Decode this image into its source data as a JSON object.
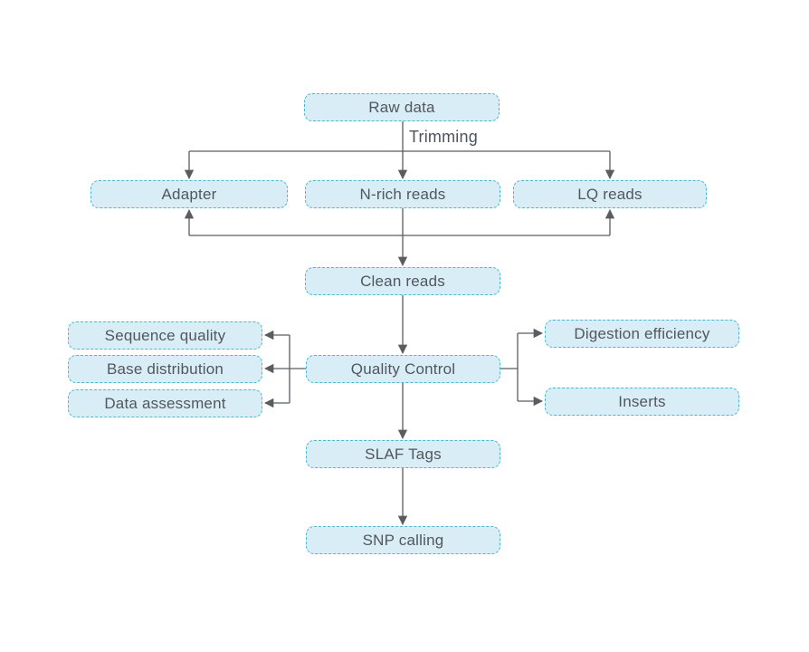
{
  "diagram": {
    "type": "flowchart",
    "background_color": "#ffffff",
    "colors": {
      "node_fill": "#d9edf7",
      "node_border": "#49bacd",
      "connector": "#595d60",
      "text": "#52575c"
    },
    "nodes": {
      "raw_data": {
        "label": "Raw data"
      },
      "adapter": {
        "label": "Adapter"
      },
      "n_rich_reads": {
        "label": "N-rich reads"
      },
      "lq_reads": {
        "label": "LQ reads"
      },
      "clean_reads": {
        "label": "Clean reads"
      },
      "sequence_quality": {
        "label": "Sequence quality"
      },
      "base_distribution": {
        "label": "Base distribution"
      },
      "data_assessment": {
        "label": "Data assessment"
      },
      "quality_control": {
        "label": "Quality Control"
      },
      "digestion_efficiency": {
        "label": "Digestion efficiency"
      },
      "inserts": {
        "label": "Inserts"
      },
      "slaf_tags": {
        "label": "SLAF Tags"
      },
      "snp_calling": {
        "label": "SNP calling"
      }
    },
    "edges": [
      {
        "from": "raw_data",
        "to": "adapter",
        "label": "Trimming"
      },
      {
        "from": "raw_data",
        "to": "n_rich_reads",
        "label": "Trimming"
      },
      {
        "from": "raw_data",
        "to": "lq_reads",
        "label": "Trimming"
      },
      {
        "from": "n_rich_reads",
        "to": "clean_reads"
      },
      {
        "from": "clean_reads_branch",
        "to": "adapter",
        "arrow": "up"
      },
      {
        "from": "clean_reads_branch",
        "to": "lq_reads",
        "arrow": "up"
      },
      {
        "from": "clean_reads",
        "to": "quality_control"
      },
      {
        "from": "quality_control",
        "to": "sequence_quality"
      },
      {
        "from": "quality_control",
        "to": "base_distribution"
      },
      {
        "from": "quality_control",
        "to": "data_assessment"
      },
      {
        "from": "quality_control",
        "to": "digestion_efficiency"
      },
      {
        "from": "quality_control",
        "to": "inserts"
      },
      {
        "from": "quality_control",
        "to": "slaf_tags"
      },
      {
        "from": "slaf_tags",
        "to": "snp_calling"
      }
    ]
  }
}
